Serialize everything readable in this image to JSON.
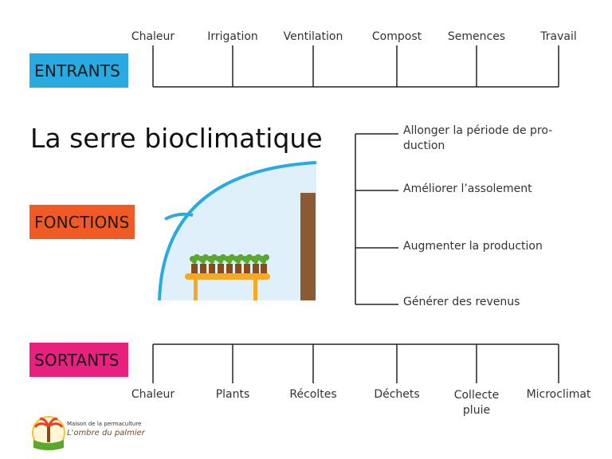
{
  "title": "La serre bioclimatique",
  "categories": {
    "entrants": {
      "label": "ENTRANTS",
      "color": "#29abe2"
    },
    "fonctions": {
      "label": "FONCTIONS",
      "color": "#f15a24"
    },
    "sortants": {
      "label": "SORTANTS",
      "color": "#e8207e"
    }
  },
  "entrants_items": [
    "Chaleur",
    "Irrigation",
    "Ventilation",
    "Compost",
    "Semences",
    "Travail"
  ],
  "fonctions_items": [
    "Allonger la période de pro-\nduction",
    "Améliorer l’assolement",
    "Augmenter la production",
    "Générer des revenus"
  ],
  "sortants_items": [
    "Chaleur",
    "Plants",
    "Récoltes",
    "Déchets",
    "Collecte\npluie",
    "Microclimat"
  ],
  "logo": {
    "line1": "Maison de la permaculture",
    "line2": "L'ombre du palmier"
  }
}
